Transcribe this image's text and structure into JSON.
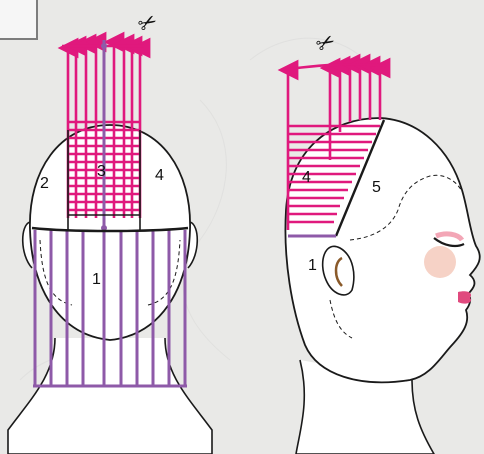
{
  "diagram": {
    "colors": {
      "background": "#e9e9e7",
      "guide_lines": "#e0197d",
      "base_lines": "#8e5aa8",
      "outline": "#1a1a1a",
      "skin": "#ffffff",
      "blush": "#f4c7b8",
      "lips": "#e04a7e",
      "eyeshadow": "#f3a6b6"
    },
    "back_view": {
      "section_labels": {
        "left": "2",
        "center": "3",
        "right": "4",
        "bottom": "1"
      },
      "scissors": "✂"
    },
    "side_view": {
      "section_labels": {
        "top": "4",
        "crown": "5",
        "nape": "1"
      },
      "scissors": "✂"
    }
  }
}
